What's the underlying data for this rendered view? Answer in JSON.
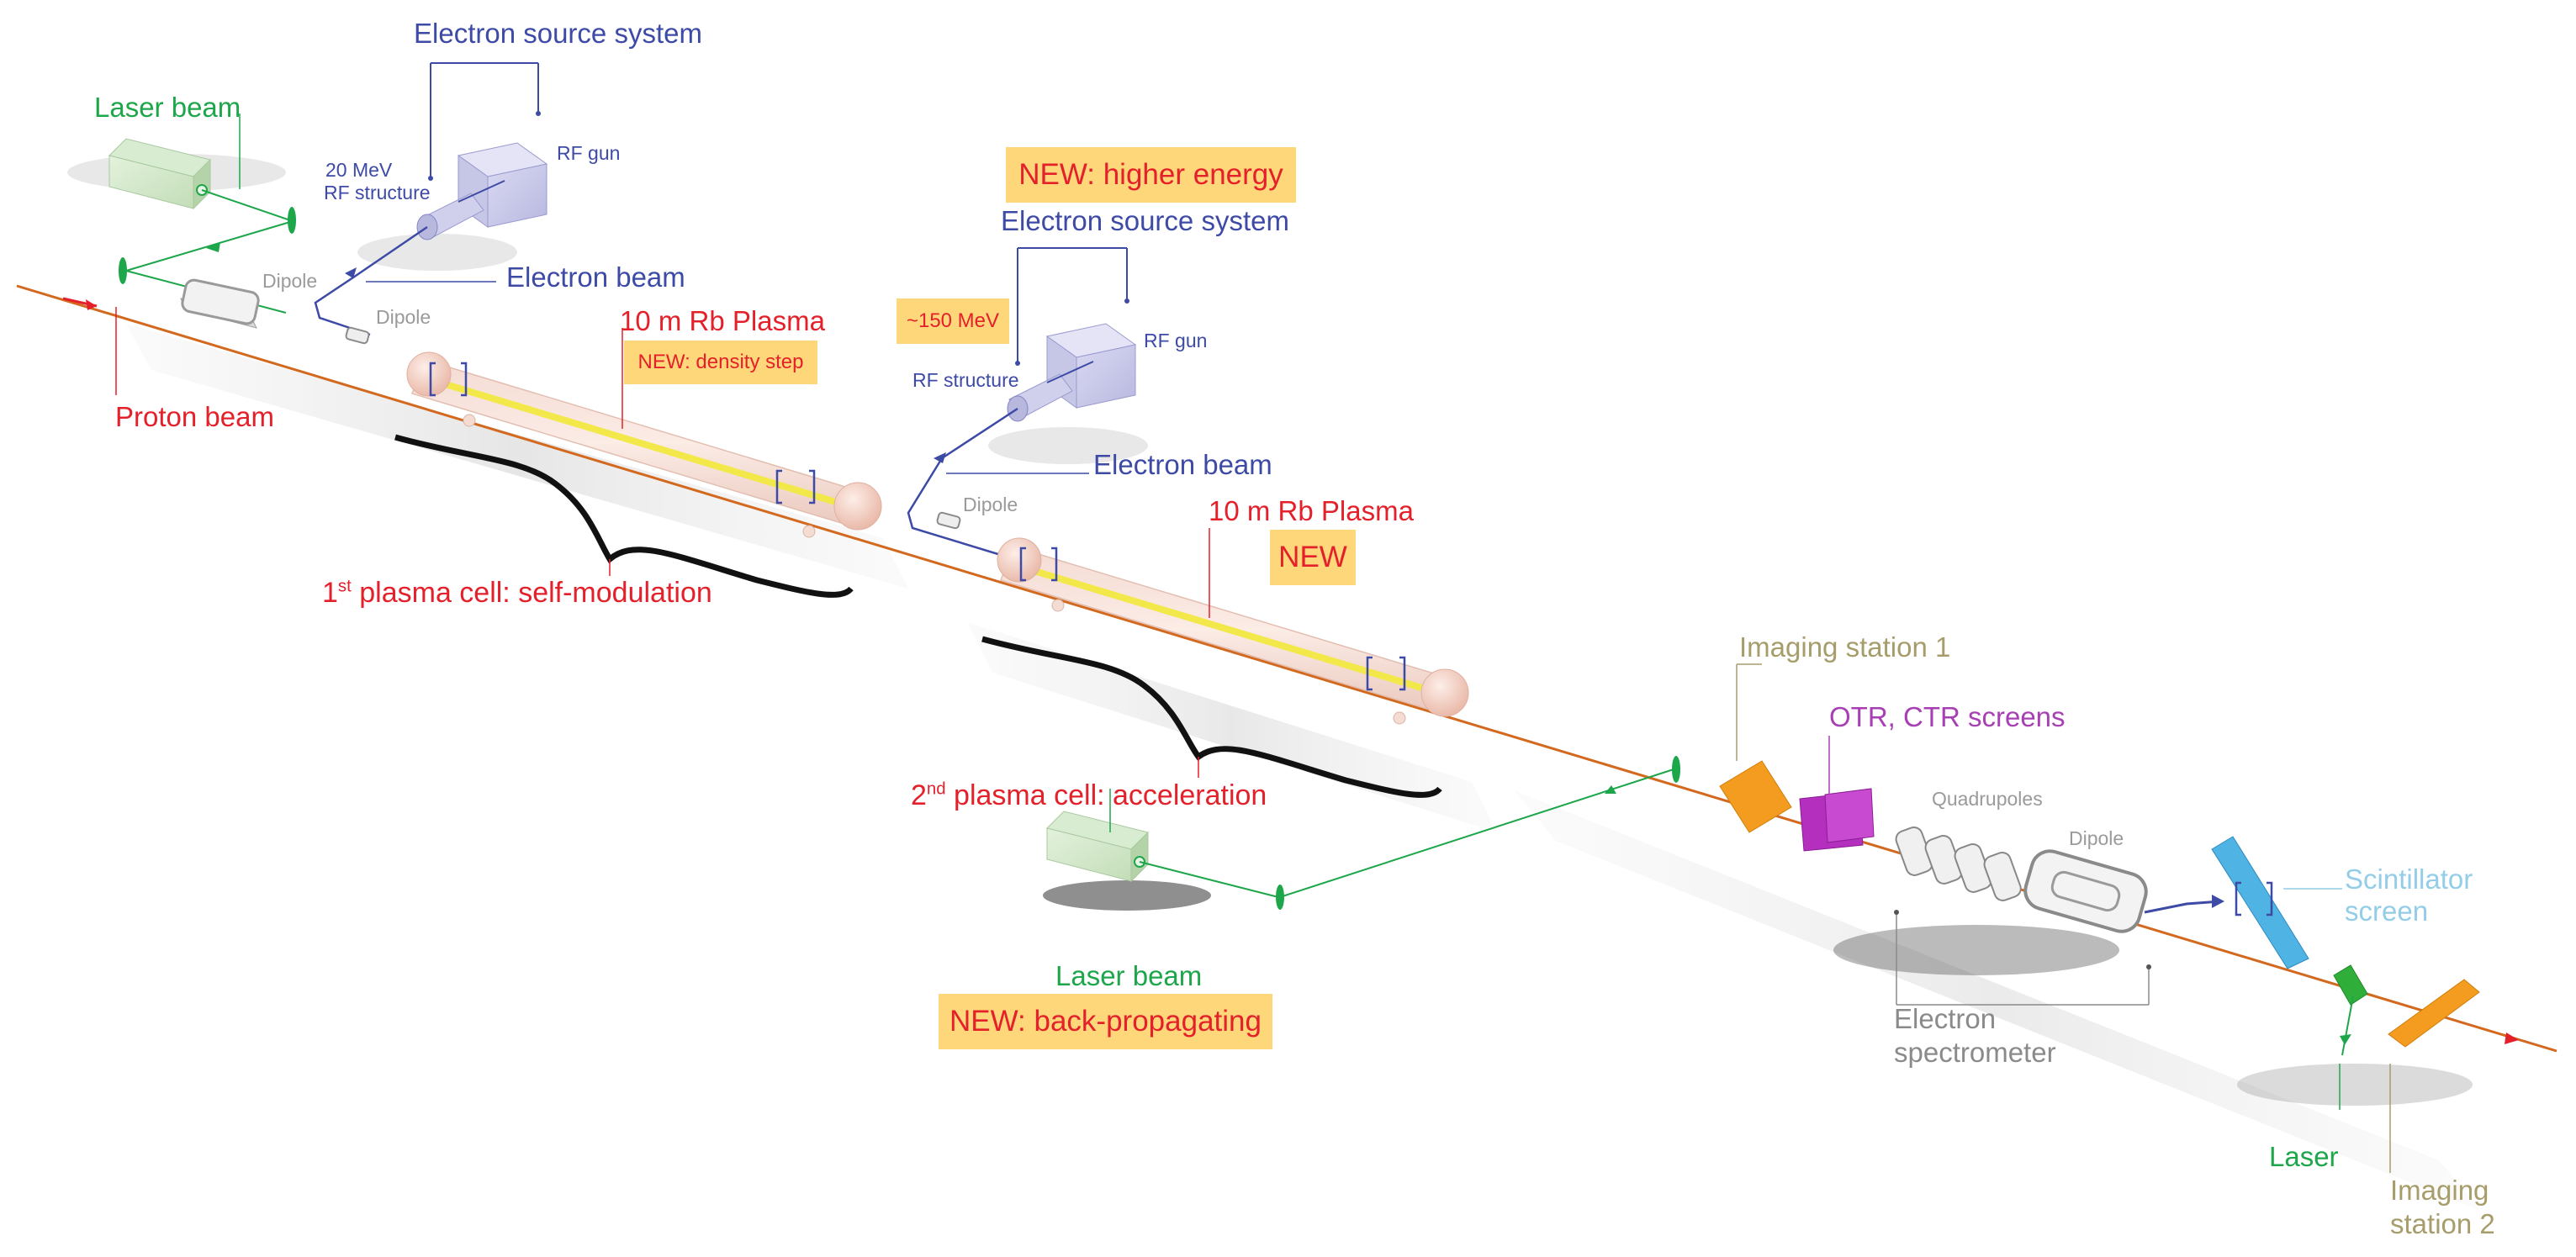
{
  "labels": {
    "electron_source_1": "Electron source system",
    "laser_beam_1": "Laser beam",
    "rf_gun_1": "RF gun",
    "energy_20mev": "20 MeV",
    "rf_structure_1": "RF structure",
    "dipole_1": "Dipole",
    "dipole_2": "Dipole",
    "electron_beam_1": "Electron beam",
    "proton_beam": "Proton beam",
    "rb_plasma_1": "10 m Rb Plasma",
    "cell1_ordinal": "1",
    "cell1_sup": "st",
    "cell1_desc": " plasma cell: self-modulation",
    "electron_source_2": "Electron source system",
    "rf_gun_2": "RF gun",
    "rf_structure_2": "RF structure",
    "electron_beam_2": "Electron beam",
    "dipole_3": "Dipole",
    "rb_plasma_2": "10 m Rb Plasma",
    "cell2_ordinal": "2",
    "cell2_sup": "nd",
    "cell2_desc": " plasma cell: acceleration",
    "laser_beam_2": "Laser beam",
    "imaging_station_1": "Imaging station 1",
    "otr_ctr": "OTR, CTR screens",
    "quadrupoles": "Quadrupoles",
    "dipole_4": "Dipole",
    "scintillator_l1": "Scintillator",
    "scintillator_l2": "screen",
    "spectrometer_l1": "Electron",
    "spectrometer_l2": "spectrometer",
    "laser": "Laser",
    "imaging_station_2_l1": "Imaging",
    "imaging_station_2_l2": "station 2"
  },
  "new_boxes": {
    "density_step": "NEW: density step",
    "higher_energy": "NEW: higher energy",
    "energy_150": "~150 MeV",
    "new_plasma": "NEW",
    "back_propagating": "NEW: back-propagating"
  },
  "colors": {
    "proton_beam": "#d2691e",
    "electron": "#3d4aa6",
    "laser": "#1ea64b",
    "new_highlight": "#fed77a",
    "plasma_core": "#f2e84a"
  }
}
